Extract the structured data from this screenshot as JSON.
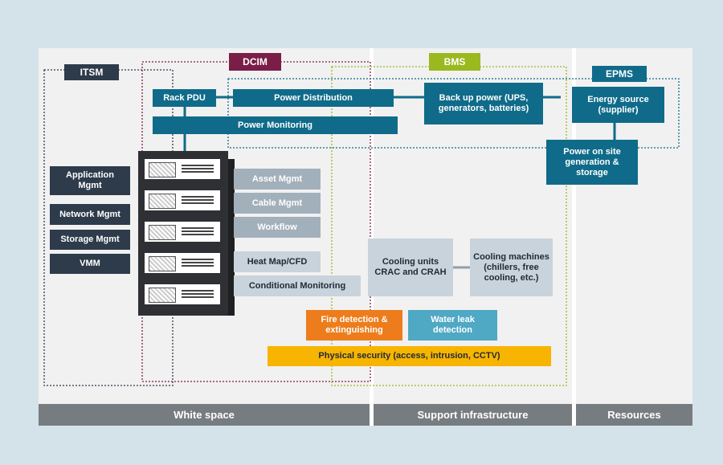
{
  "tags": {
    "itsm": "ITSM",
    "dcim": "DCIM",
    "bms": "BMS",
    "epms": "EPMS"
  },
  "boxes": {
    "rack_pdu": "Rack PDU",
    "power_distribution": "Power Distribution",
    "power_monitoring": "Power Monitoring",
    "backup_power": "Back up power (UPS, generators, batteries)",
    "energy_source": "Energy source (supplier)",
    "power_on_site": "Power on site generation & storage",
    "application_mgmt": "Application Mgmt",
    "network_mgmt": "Network Mgmt",
    "storage_mgmt": "Storage Mgmt",
    "vmm": "VMM",
    "asset_mgmt": "Asset Mgmt",
    "cable_mgmt": "Cable Mgmt",
    "workflow": "Workflow",
    "heat_map": "Heat Map/CFD",
    "conditional_monitoring": "Conditional Monitoring",
    "cooling_units": "Cooling units CRAC and CRAH",
    "cooling_machines": "Cooling machines (chillers, free cooling, etc.)",
    "fire_detection": "Fire detection & extinguishing",
    "water_leak": "Water leak detection",
    "physical_security": "Physical security (access, intrusion, CCTV)"
  },
  "zones": {
    "white_space": "White space",
    "support_infrastructure": "Support infrastructure",
    "resources": "Resources"
  },
  "colors": {
    "itsm": "#2d3b4b",
    "dcim": "#7a1e48",
    "bms": "#9bb81f",
    "epms": "#0f6b89",
    "fire": "#ed7d1c",
    "security": "#f7b400"
  }
}
